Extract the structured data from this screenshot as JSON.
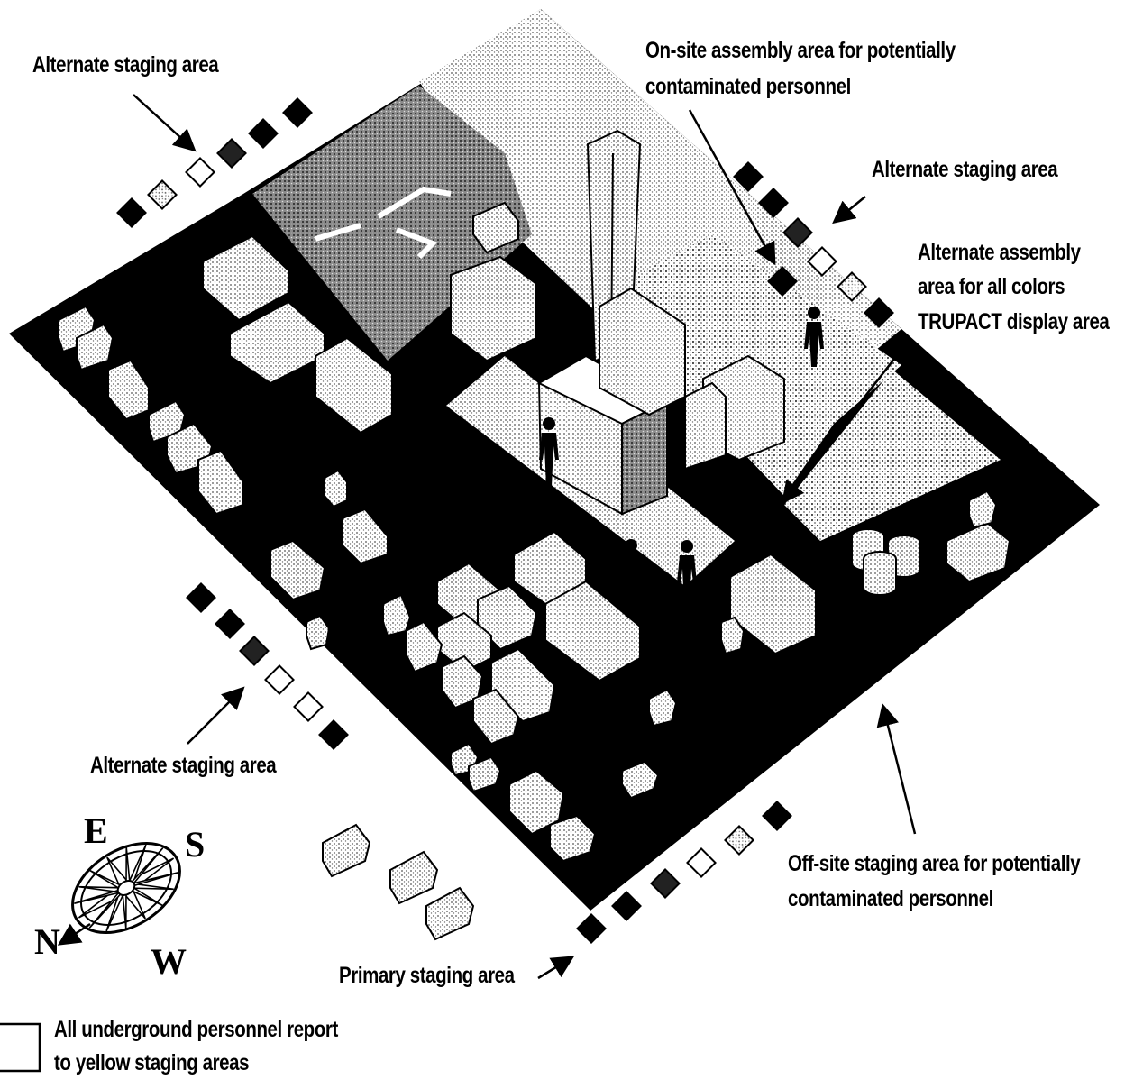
{
  "labels": {
    "alt_staging_nw": "Alternate staging area",
    "onsite_assembly_1": "On-site assembly area for potentially",
    "onsite_assembly_2": "contaminated personnel",
    "alt_staging_ne": "Alternate staging area",
    "alt_assembly_1": "Alternate assembly",
    "alt_assembly_2": "area for all colors",
    "alt_assembly_3": "TRUPACT display area",
    "alt_staging_sw": "Alternate staging area",
    "offsite_staging_1": "Off-site staging area for potentially",
    "offsite_staging_2": "contaminated personnel",
    "primary_staging": "Primary staging area"
  },
  "compass": {
    "e": "E",
    "s": "S",
    "n": "N",
    "w": "W"
  },
  "legend": {
    "line1": "All underground personnel report",
    "line2": "to yellow staging areas"
  },
  "colors": {
    "ground": "#000000",
    "paper": "#ffffff",
    "stipple": "#9a9a9a"
  }
}
